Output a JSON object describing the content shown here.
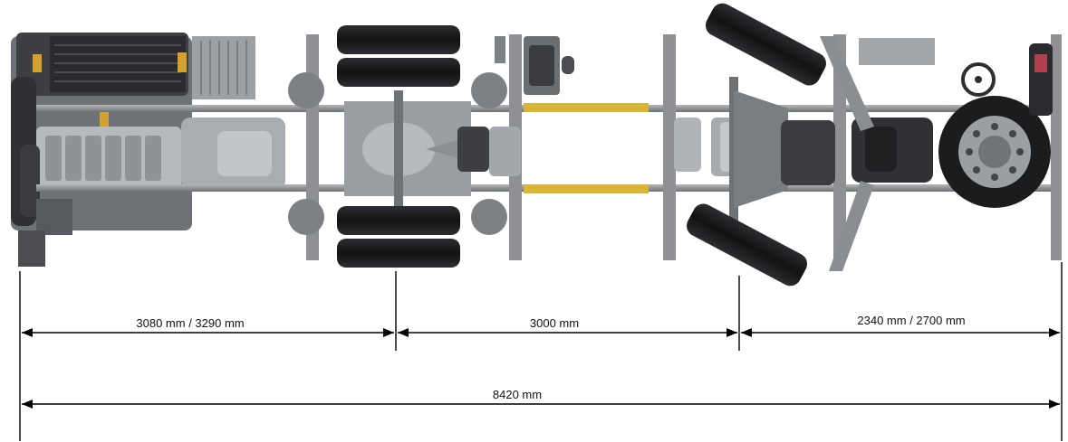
{
  "dimensions": {
    "front_overhang": "3080 mm / 3290 mm",
    "wheelbase": "3000 mm",
    "rear_overhang": "2340 mm / 2700 mm",
    "overall_length": "8420 mm"
  },
  "colors": {
    "frame": "#8e9094",
    "frame_dark": "#5c5f63",
    "tire": "#1f2022",
    "engine": "#a9acb0",
    "accent_yellow": "#d8b537",
    "dimension_line": "#000000"
  }
}
